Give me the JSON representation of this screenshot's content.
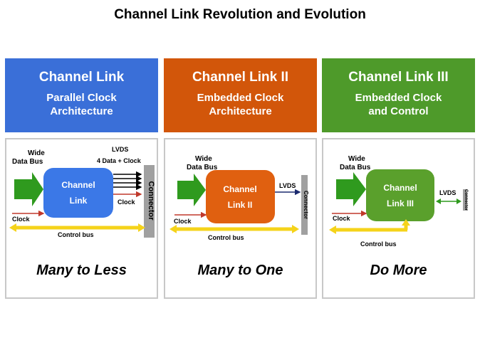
{
  "page_title": "Channel Link Revolution and Evolution",
  "columns": [
    {
      "title": "Channel  Link",
      "subtitle_line1": "Parallel Clock",
      "subtitle_line2": "Architecture",
      "header_color": "#3a6fd8",
      "block_color": "#3b78e7",
      "wide_bus_line1": "Wide",
      "wide_bus_line2": "Data Bus",
      "block_line1": "Channel",
      "block_line2": "Link",
      "lvds_label": "LVDS",
      "data_clock_label": "4 Data +  Clock",
      "clock_out_label": "Clock",
      "clock_in_label": "Clock",
      "control_bus_label": "Control bus",
      "connector_label": "Connector",
      "caption": "Many to Less"
    },
    {
      "title": "Channel  Link II",
      "subtitle_line1": "Embedded Clock",
      "subtitle_line2": "Architecture",
      "header_color": "#d2560a",
      "block_color": "#e06010",
      "wide_bus_line1": "Wide",
      "wide_bus_line2": "Data Bus",
      "block_line1": "Channel",
      "block_line2": "Link II",
      "lvds_label": "LVDS",
      "clock_in_label": "Clock",
      "control_bus_label": "Control bus",
      "connector_label": "Connector",
      "caption": "Many to One"
    },
    {
      "title": "Channel  Link III",
      "subtitle_line1": "Embedded Clock",
      "subtitle_line2": "and Control",
      "header_color": "#4e9a2a",
      "block_color": "#5aa02c",
      "wide_bus_line1": "Wide",
      "wide_bus_line2": "Data Bus",
      "block_line1": "Channel",
      "block_line2": "Link III",
      "lvds_label": "LVDS",
      "clock_in_label": "Clock",
      "control_bus_label": "Control bus",
      "connector_label": "Connector",
      "caption": "Do More"
    }
  ],
  "colors": {
    "arrow_green": "#2f9a1e",
    "clock_red": "#c0392b",
    "control_yellow": "#f5d31a",
    "connector_gray": "#a0a0a0",
    "lvds_blue": "#1b2a6e"
  }
}
